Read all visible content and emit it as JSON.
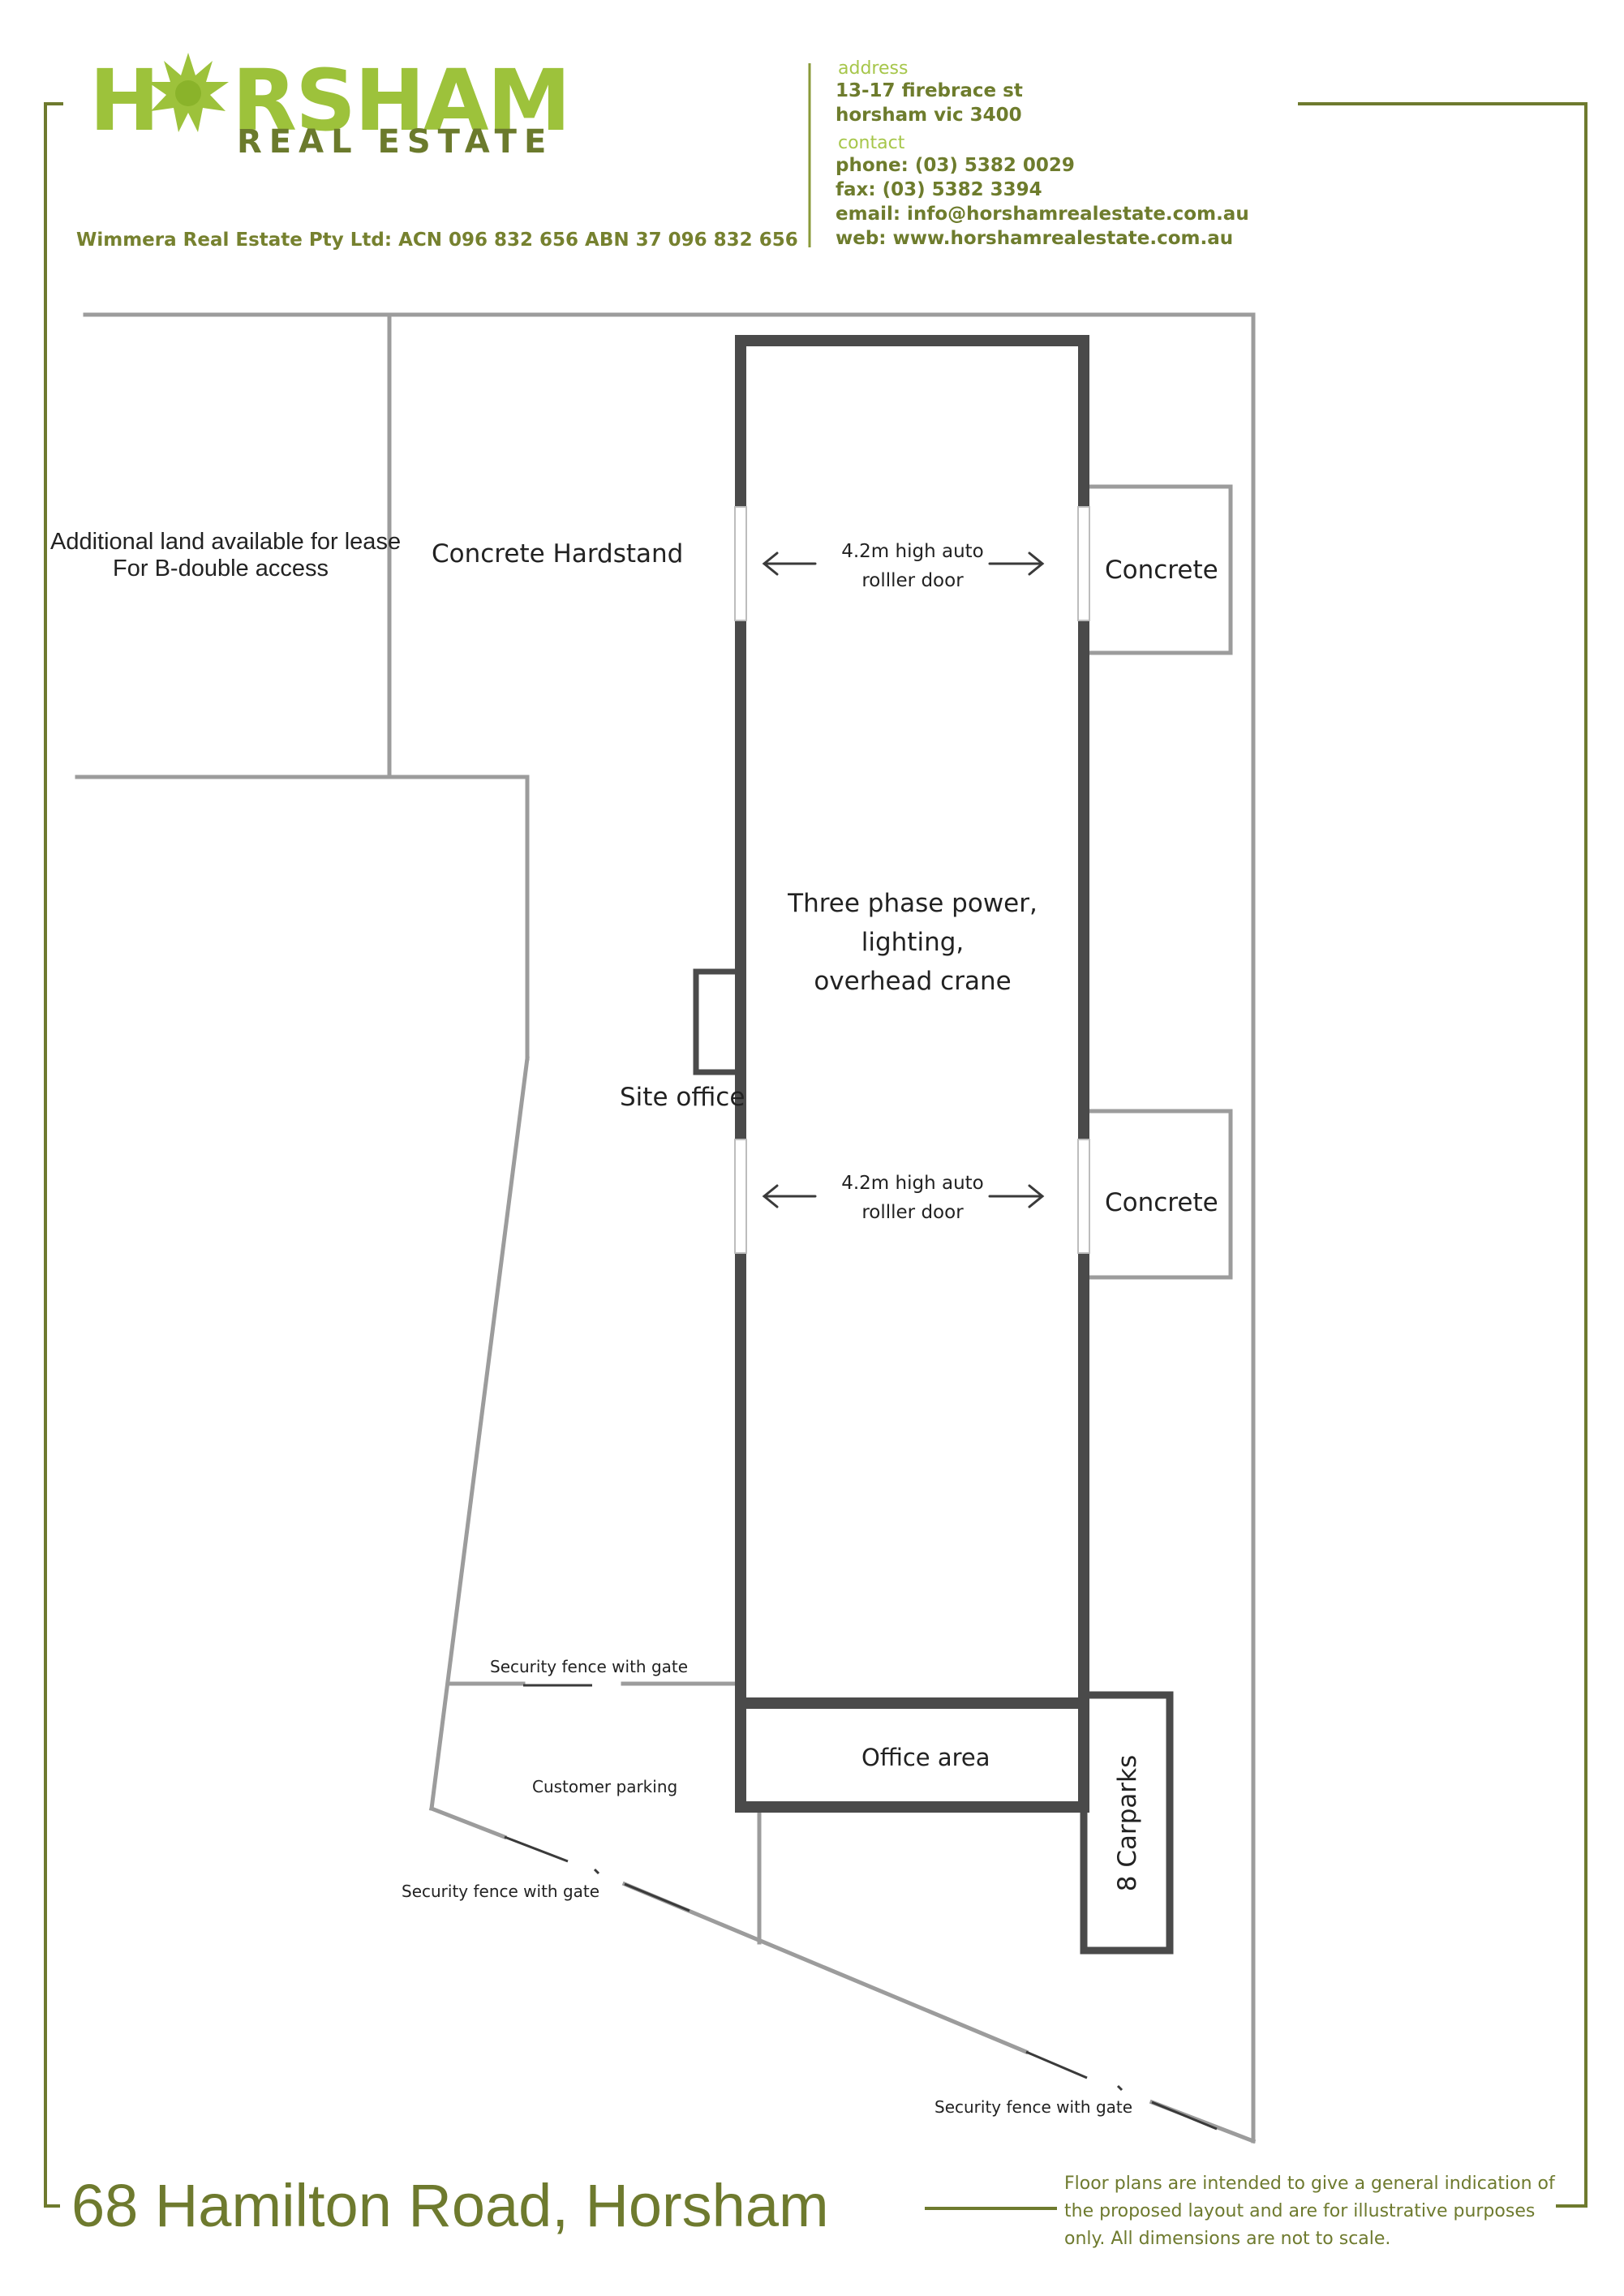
{
  "header": {
    "logo": {
      "word_left": "H",
      "word_right": "RSHAM",
      "sub": "REAL ESTATE",
      "star_color": "#9dc23b"
    },
    "company_line": "Wimmera Real Estate Pty Ltd:  ACN 096 832 656   ABN  37 096 832 656",
    "address_label": "address",
    "address_line1": "13-17 firebrace st",
    "address_line2": "horsham  vic  3400",
    "contact_label": "contact",
    "phone": "phone: (03) 5382 0029",
    "fax": "fax: (03) 5382 3394",
    "email": "email: info@horshamrealestate.com.au",
    "web": "web: www.horshamrealestate.com.au"
  },
  "plan": {
    "additional_land_line1": "Additional land available for lease",
    "additional_land_line2": "For B-double access",
    "concrete_hardstand": "Concrete Hardstand",
    "door_top_line1": "4.2m high auto",
    "door_top_line2": "rolller door",
    "door_bottom_line1": "4.2m high auto",
    "door_bottom_line2": "rolller door",
    "concrete_top": "Concrete",
    "concrete_bottom": "Concrete",
    "features_line1": "Three phase power,",
    "features_line2": "lighting,",
    "features_line3": "overhead crane",
    "site_office": "Site office",
    "security_fence_1": "Security fence with gate",
    "customer_parking": "Customer parking",
    "office_area": "Office area",
    "carparks": "8 Carparks",
    "security_fence_2": "Security fence with gate",
    "security_fence_3": "Security fence with gate"
  },
  "footer": {
    "address": "68 Hamilton Road, Horsham",
    "disclaimer": "Floor plans are intended to give a general indication of the proposed layout and are for illustrative purposes only. All dimensions are not to scale."
  },
  "colors": {
    "brand_green": "#9dc23b",
    "olive": "#6e7a2e",
    "wall_dark": "#4a4a4a",
    "boundary_grey": "#9c9c9c"
  }
}
